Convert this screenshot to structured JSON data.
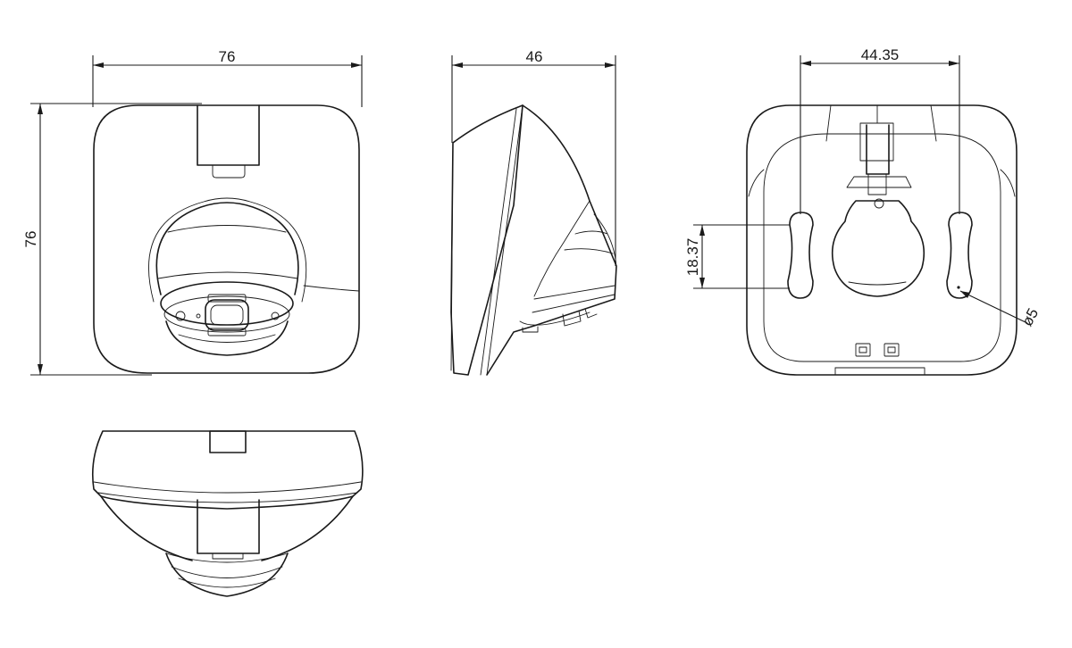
{
  "dimensions": {
    "front_width": "76",
    "front_height": "76",
    "side_depth": "46",
    "hole_spacing": "44.35",
    "slot_length": "18.37",
    "hole_diameter": "ø5"
  }
}
